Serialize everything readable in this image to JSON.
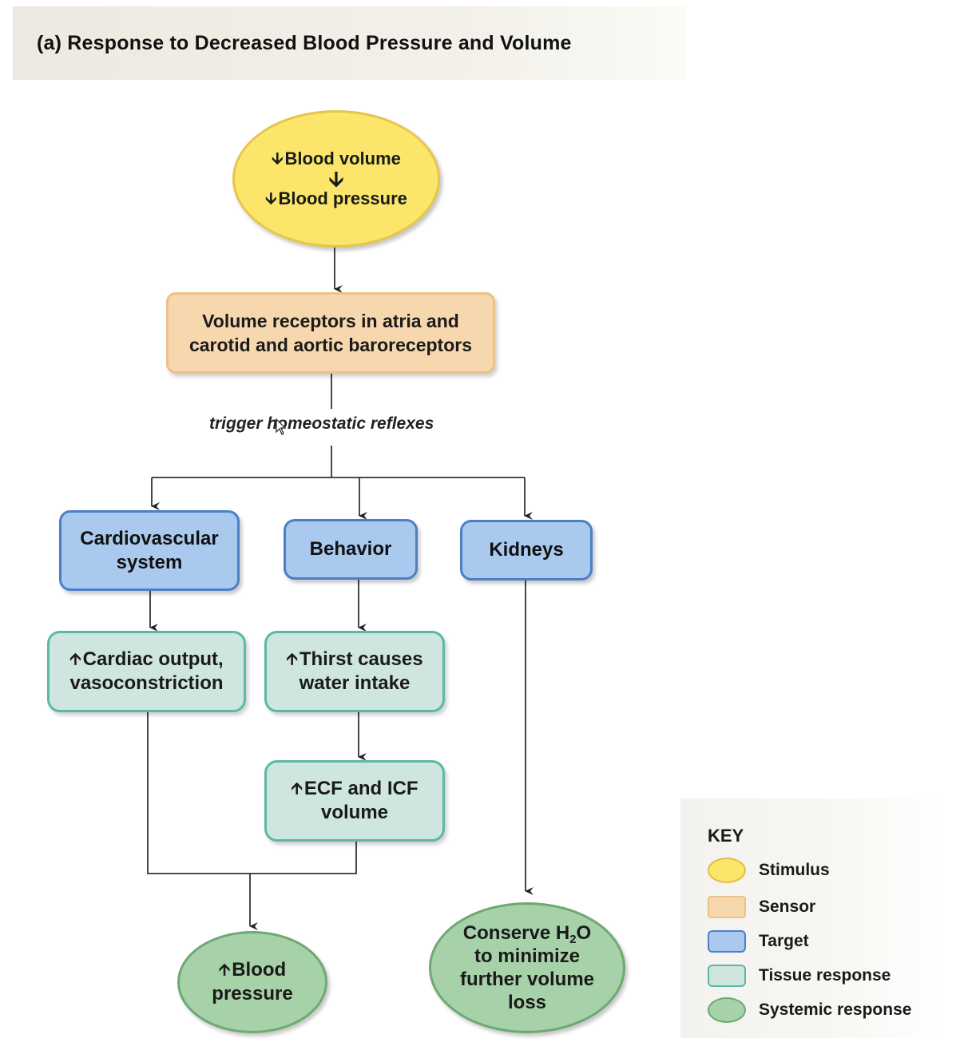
{
  "title": "(a) Response to Decreased Blood Pressure and Volume",
  "nodes": {
    "stimulus": {
      "line1": "Blood volume",
      "line2": "Blood pressure"
    },
    "sensor": {
      "line1": "Volume receptors in atria and",
      "line2": "carotid and aortic baroreceptors"
    },
    "reflex_label": "trigger homeostatic reflexes",
    "cardiovascular": {
      "line1": "Cardiovascular",
      "line2": "system"
    },
    "behavior": "Behavior",
    "kidneys": "Kidneys",
    "cardiac_output": {
      "line1": "Cardiac output,",
      "line2": "vasoconstriction"
    },
    "thirst": {
      "line1": "Thirst causes",
      "line2": "water intake"
    },
    "ecf_icf": {
      "line1": "ECF and ICF",
      "line2": "volume"
    },
    "blood_pressure_response": {
      "line1": "Blood",
      "line2": "pressure"
    },
    "conserve_water": {
      "line1_prefix": "Conserve H",
      "line1_sub": "2",
      "line1_suffix": "O",
      "line2": "to minimize",
      "line3": "further volume",
      "line4": "loss"
    }
  },
  "key": {
    "title": "KEY",
    "items": [
      {
        "label": "Stimulus",
        "color": "#fbe66b"
      },
      {
        "label": "Sensor",
        "color": "#f7d7ad"
      },
      {
        "label": "Target",
        "color": "#a9c9ee"
      },
      {
        "label": "Tissue response",
        "color": "#cfe5df"
      },
      {
        "label": "Systemic response",
        "color": "#a6d1a9"
      }
    ]
  },
  "icons": {
    "decrease": "down-arrow-icon",
    "increase": "up-arrow-icon",
    "cursor": "mouse-pointer-icon"
  }
}
